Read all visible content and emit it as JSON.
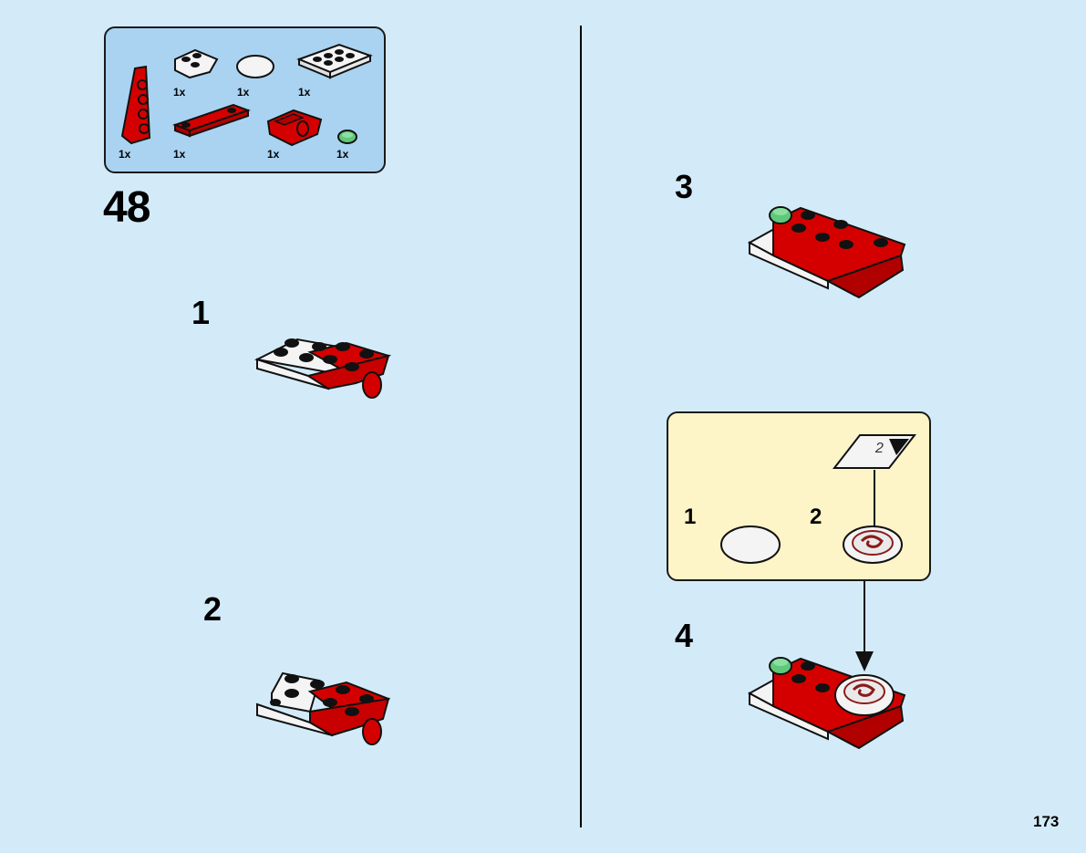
{
  "parts_list": {
    "quantities": [
      "1x",
      "1x",
      "1x",
      "1x",
      "1x",
      "1x",
      "1x"
    ],
    "colors": {
      "red": "#d40000",
      "white": "#f4f4f4",
      "green": "#5fc87a",
      "outline": "#111111"
    }
  },
  "main_step": "48",
  "steps": [
    "1",
    "2",
    "3",
    "4"
  ],
  "callout": {
    "steps": [
      "1",
      "2"
    ],
    "sticker_label": "2"
  },
  "page_number": "173",
  "colors": {
    "background": "#d3ebf9",
    "parts_box": "#a9d3f1",
    "callout_box": "#fdf4c8"
  }
}
